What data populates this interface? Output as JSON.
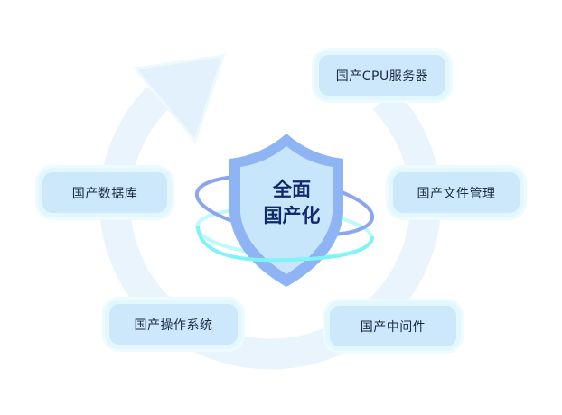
{
  "center": {
    "line1": "全面",
    "line2": "国产化",
    "icon": "shield-icon"
  },
  "items": [
    {
      "label": "国产CPU服务器"
    },
    {
      "label": "国产数据库"
    },
    {
      "label": "国产文件管理"
    },
    {
      "label": "国产操作系统"
    },
    {
      "label": "国产中间件"
    }
  ],
  "colors": {
    "cycle_ring": "#e9f4fc",
    "pill_fill": "#cde8fb",
    "pill_border": "#e2f8fd",
    "shield_outer": "#8fb4f3",
    "shield_inner": "#c8e6fb",
    "orbit_cyan": "#7ff3f8",
    "orbit_blue": "#8ba6ee",
    "title_text": "#0f2a6c"
  }
}
